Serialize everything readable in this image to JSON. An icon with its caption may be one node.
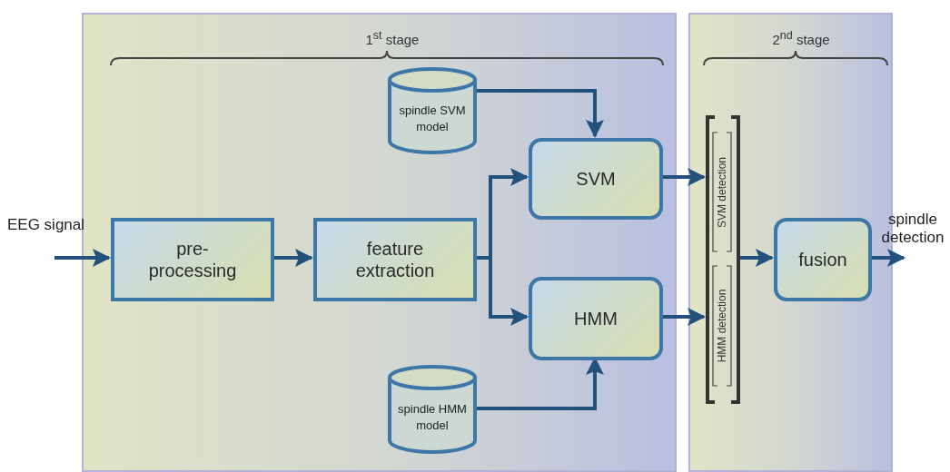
{
  "diagram": {
    "nodes": [
      {
        "text": [
          "1$^{st}$ stage"
        ]
      },
      {
        "text": [
          "2$^{nd}$ stage"
        ]
      },
      {
        "text": [
          "pre-processing"
        ],
        "in": 0
      },
      {
        "text": [
          "feature extraction"
        ],
        "in": 0
      },
      {
        "text": [
          "spindle SVM model"
        ],
        "in": 0
      },
      {
        "text": [
          "SVM"
        ],
        "in": 0
      },
      {
        "text": [
          "HMM"
        ],
        "in": 0
      },
      {
        "text": [
          "spindle HMM model"
        ],
        "in": 0
      },
      {
        "text": [],
        "shape": "bar",
        "in": 1
      },
      {
        "text": [
          "SVM detection"
        ],
        "in": 8
      },
      {
        "text": [
          "HMM detection"
        ],
        "in": 8
      },
      {
        "text": [
          "fusion"
        ],
        "in": 1
      }
    ],
    "edges": [
      {
        "from": null,
        "to": 2,
        "arrow": "to",
        "label": "EEG signal"
      },
      {
        "from": 2,
        "to": 3,
        "arrow": "to"
      },
      {
        "from": 3,
        "to": 5,
        "arrow": "to"
      },
      {
        "from": 3,
        "to": 6,
        "arrow": "to"
      },
      {
        "from": 4,
        "to": 5,
        "arrow": "to"
      },
      {
        "from": 7,
        "to": 6,
        "arrow": "to"
      },
      {
        "from": 5,
        "to": 8,
        "arrow": "to"
      },
      {
        "from": 6,
        "to": 8,
        "arrow": "to"
      },
      {
        "from": 8,
        "to": 11,
        "arrow": "to"
      },
      {
        "from": 11,
        "to": null,
        "arrow": "to",
        "label": "spindle detection"
      }
    ]
  }
}
